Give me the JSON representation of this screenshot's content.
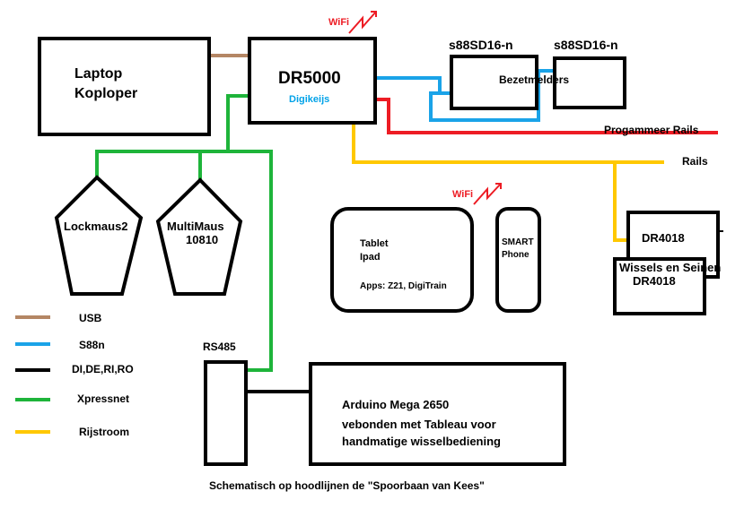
{
  "colors": {
    "usb": "#b48664",
    "s88n": "#1aa3e8",
    "bus": "#000000",
    "xpressnet": "#1eb43a",
    "rijstroom": "#ffc800",
    "programmeer": "#ed1c24",
    "wifi": "#ed1c24",
    "digikeijs_text": "#00a2e8",
    "box_stroke": "#000000"
  },
  "blocks": {
    "laptop": {
      "line1": "Laptop",
      "line2": "Koploper"
    },
    "dr5000": {
      "title": "DR5000",
      "subtitle": "Digikeijs",
      "wifi": "WiFi"
    },
    "s88_left": {
      "title": "s88SD16-n"
    },
    "s88_right": {
      "title": "s88SD16-n"
    },
    "bezetmelders": "Bezetmelders",
    "programmeer_rails": "Progammeer Rails",
    "rails": "Rails",
    "lockmaus": "Lockmaus2",
    "multimaus": {
      "line1": "MultiMaus",
      "line2": "10810"
    },
    "tablet": {
      "line1": "Tablet",
      "line2": "Ipad",
      "apps": "Apps: Z21, DigiTrain",
      "wifi": "WiFi"
    },
    "smartphone": {
      "line1": "SMART",
      "line2": "Phone"
    },
    "dr4018_a": "DR4018",
    "dr4018_b": {
      "line1": "Wissels en Seinen",
      "line2": "DR4018"
    },
    "rs485": "RS485",
    "arduino": {
      "line1": "Arduino Mega 2650",
      "line2": "vebonden met Tableau voor",
      "line3": "handmatige wisselbediening"
    }
  },
  "legend": [
    {
      "label": "USB",
      "color_key": "usb"
    },
    {
      "label": "S88n",
      "color_key": "s88n"
    },
    {
      "label": "DI,DE,RI,RO",
      "color_key": "bus"
    },
    {
      "label": "Xpressnet",
      "color_key": "xpressnet"
    },
    {
      "label": "Rijstroom",
      "color_key": "rijstroom"
    }
  ],
  "caption": "Schematisch op hoodlijnen de \"Spoorbaan van Kees\""
}
